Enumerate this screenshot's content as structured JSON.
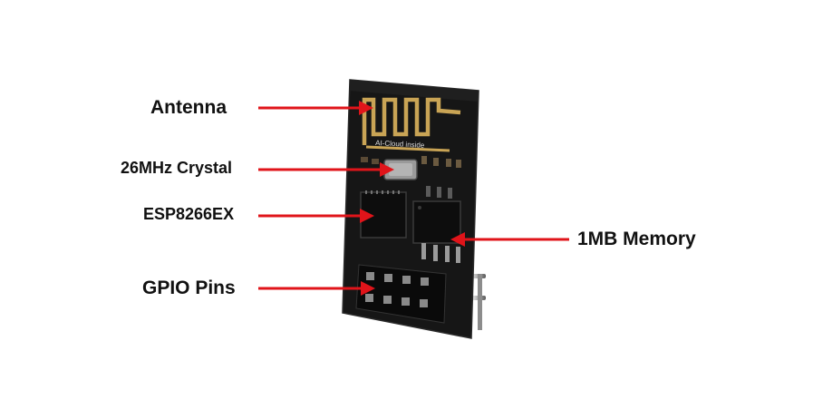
{
  "labels": {
    "antenna": "Antenna",
    "crystal": "26MHz Crystal",
    "esp": "ESP8266EX",
    "memory": "1MB Memory",
    "gpio": "GPIO Pins"
  },
  "board": {
    "silkscreen": "AI-Cloud inside"
  },
  "colors": {
    "arrow": "#e0141a",
    "board": "#141414",
    "antenna_trace": "#c9a455",
    "label_text": "#111111"
  }
}
